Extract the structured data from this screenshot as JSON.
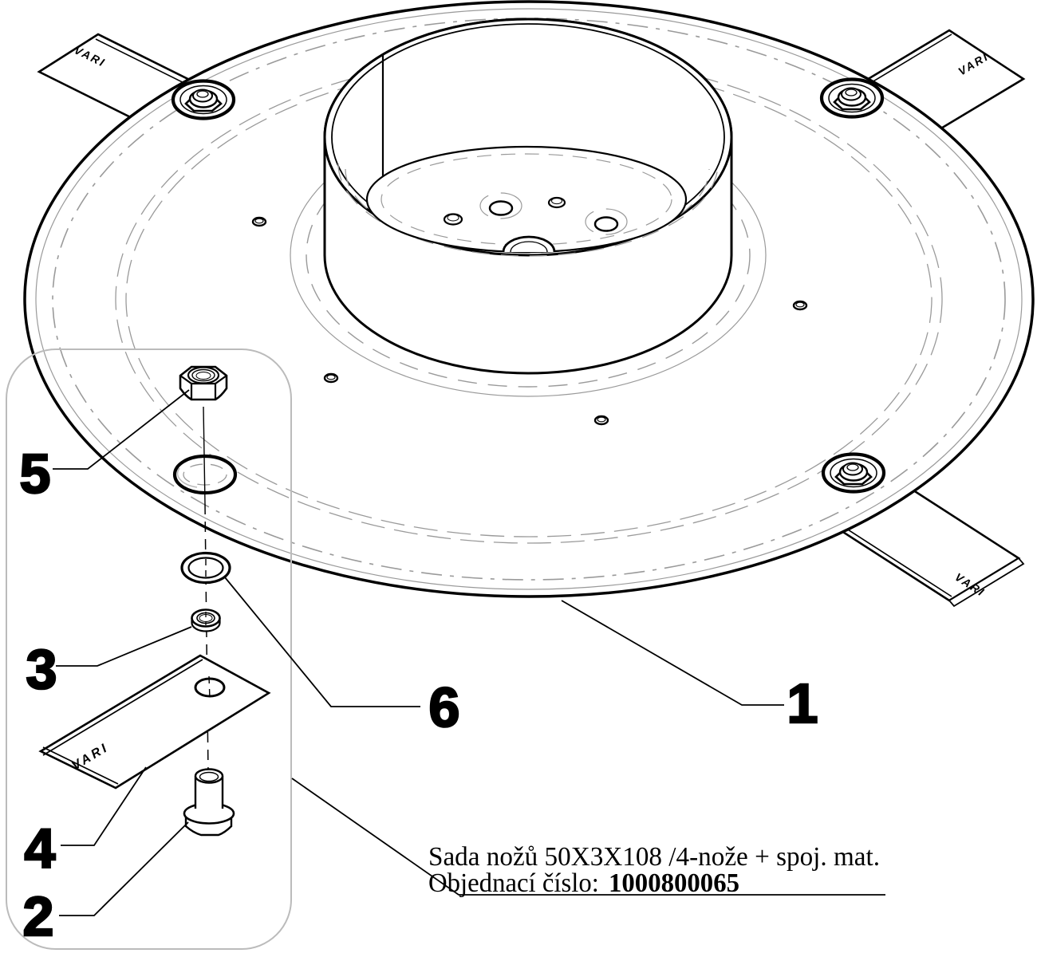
{
  "diagram": {
    "title_hint": "exploded-view drawing of mower blade disc",
    "brand": "VARI",
    "callouts": [
      "1",
      "2",
      "3",
      "4",
      "5",
      "6"
    ],
    "caption": {
      "line1": "Sada nožů 50X3X108 /4-nože + spoj. mat.",
      "line2_label": "Objednací číslo: ",
      "line2_value": "1000800065"
    },
    "colors": {
      "line": "#000000",
      "construction_gray": "#9a9a9a",
      "detail_box_border": "#bdbdbd",
      "background": "#ffffff"
    }
  }
}
